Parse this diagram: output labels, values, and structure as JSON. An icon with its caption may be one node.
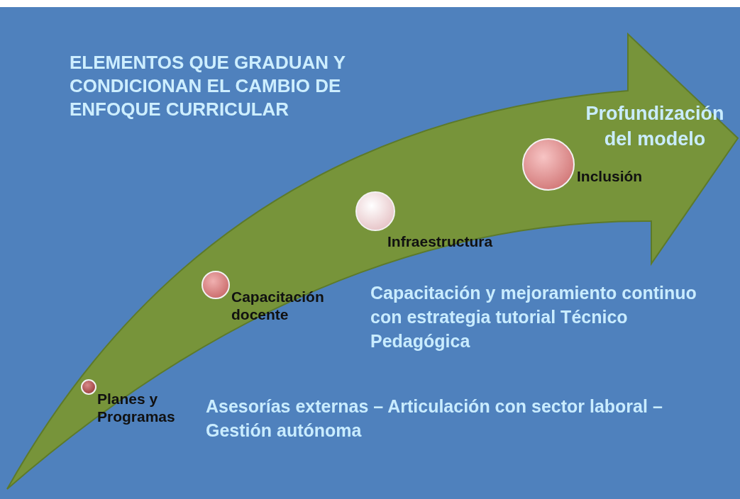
{
  "diagram": {
    "title": "ELEMENTOS QUE GRADUAN Y CONDICIONAN EL CAMBIO DE ENFOQUE CURRICULAR",
    "nodes": [
      {
        "text": [],
        "shape": "circle",
        "beside": [
          "Planes y Programas"
        ]
      },
      {
        "text": [],
        "shape": "circle",
        "beside": [
          "Capacitación docente"
        ]
      },
      {
        "text": [],
        "shape": "circle",
        "beside": [
          "Infraestructura"
        ]
      },
      {
        "text": [],
        "shape": "circle",
        "beside": [
          "Inclusión"
        ]
      }
    ],
    "labels": [
      "Profundización del modelo",
      "Capacitación y mejoramiento continuo con estrategia tutorial Técnico Pedagógica",
      "Asesorías externas – Articulación con sector laboral – Gestión autónoma"
    ]
  }
}
